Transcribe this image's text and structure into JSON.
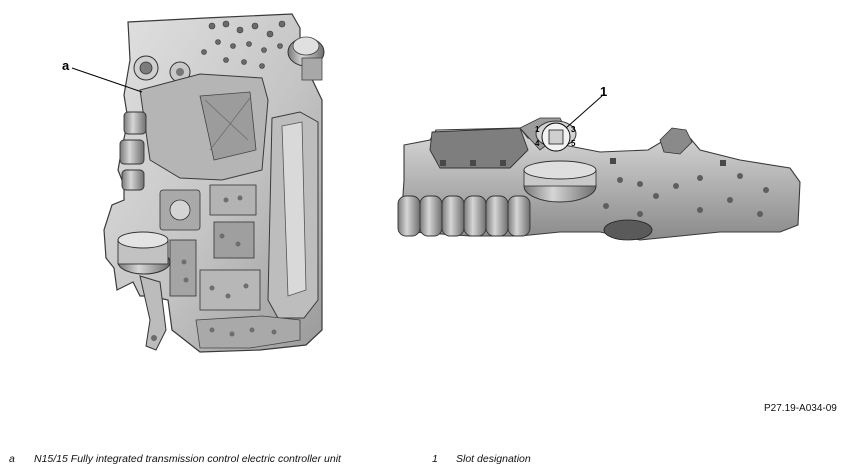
{
  "callouts": {
    "a": "a",
    "one": "1"
  },
  "pins": [
    "1",
    "3",
    "4",
    "5"
  ],
  "reference_code": "P27.19-A034-09",
  "legend": [
    {
      "key": "a",
      "text": "N15/15 Fully integrated transmission control electric controller unit"
    },
    {
      "key": "1",
      "text": "Slot designation"
    }
  ],
  "colors": {
    "body": "#c9c9c9",
    "shadow": "#8e8e8e",
    "dark": "#5c5c5c",
    "highlight": "#e6e6e6"
  }
}
